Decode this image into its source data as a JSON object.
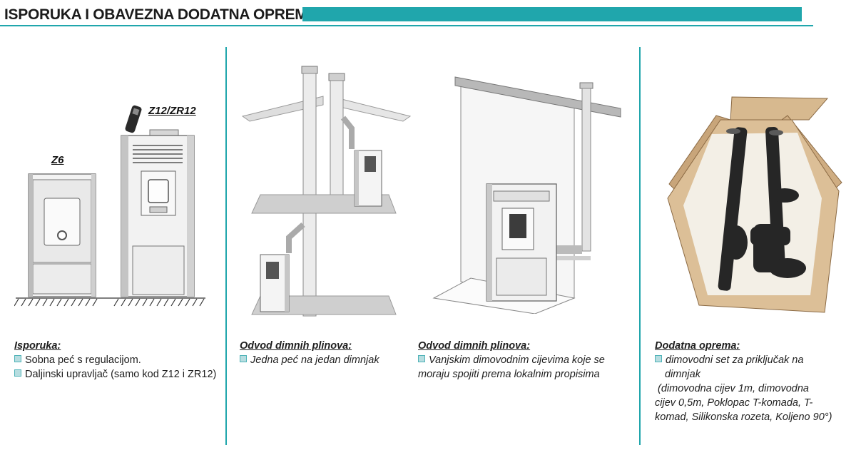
{
  "header": {
    "title": "ISPORUKA I OBAVEZNA DODATNA OPREMA:"
  },
  "colors": {
    "accent": "#20a6ac",
    "bullet_fill": "#b7dde0"
  },
  "section1": {
    "model_small": "Z6",
    "model_large": "Z12/ZR12",
    "heading": "Isporuka:",
    "items": [
      "Sobna peć s regulacijom.",
      "Daljinski upravljač (samo kod Z12 i ZR12)"
    ]
  },
  "section2": {
    "heading": "Odvod dimnih plinova:",
    "items": [
      "Jedna peć na jedan dimnjak"
    ]
  },
  "section3": {
    "heading": "Odvod dimnih plinova:",
    "line1": "Vanjskim dimovodnim cijevima koje se",
    "line2": "moraju spojiti prema lokalnim propisima"
  },
  "section4": {
    "heading": "Dodatna oprema:",
    "line1": "dimovodni set za priključak na",
    "line2": "dimnjak",
    "line3": "(dimovodna cijev 1m, dimovodna",
    "line4": "cijev 0,5m, Poklopac T-komada, T-",
    "line5": "komad, Silikonska rozeta, Koljeno 90°)"
  }
}
